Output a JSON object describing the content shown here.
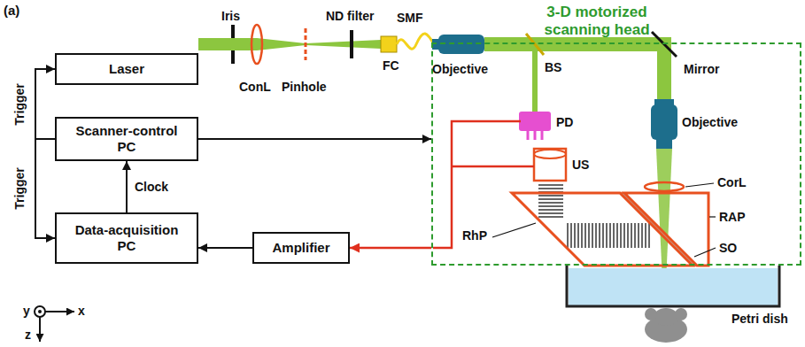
{
  "diagram": {
    "nodes": [
      {
        "text": [
          "3-D motorized scanning head"
        ]
      },
      {
        "text": [
          "Laser"
        ]
      },
      {
        "text": [
          "Scanner-control PC"
        ]
      },
      {
        "text": [
          "Data-acquisition PC"
        ]
      },
      {
        "text": [
          "Amplifier"
        ]
      }
    ],
    "edges": [
      {
        "from": 2,
        "to": 1,
        "label": "Trigger",
        "arrow": "to"
      },
      {
        "from": 2,
        "to": 3,
        "label": "Trigger",
        "arrow": "to"
      },
      {
        "from": 3,
        "to": 2,
        "label": "Clock",
        "arrow": "to"
      },
      {
        "from": 2,
        "to": 0,
        "arrow": "to"
      },
      {
        "from": 0,
        "to": 4,
        "arrow": "to"
      },
      {
        "from": 4,
        "to": 3,
        "arrow": "to"
      }
    ],
    "labels": [
      "(a)",
      "Iris",
      "ND filter",
      "SMF",
      "ConL",
      "Pinhole",
      "FC",
      "Objective",
      "BS",
      "Mirror",
      "PD",
      "Objective",
      "US",
      "CorL",
      "RAP",
      "SO",
      "RhP",
      "Petri dish",
      "y",
      "x",
      "z"
    ]
  }
}
